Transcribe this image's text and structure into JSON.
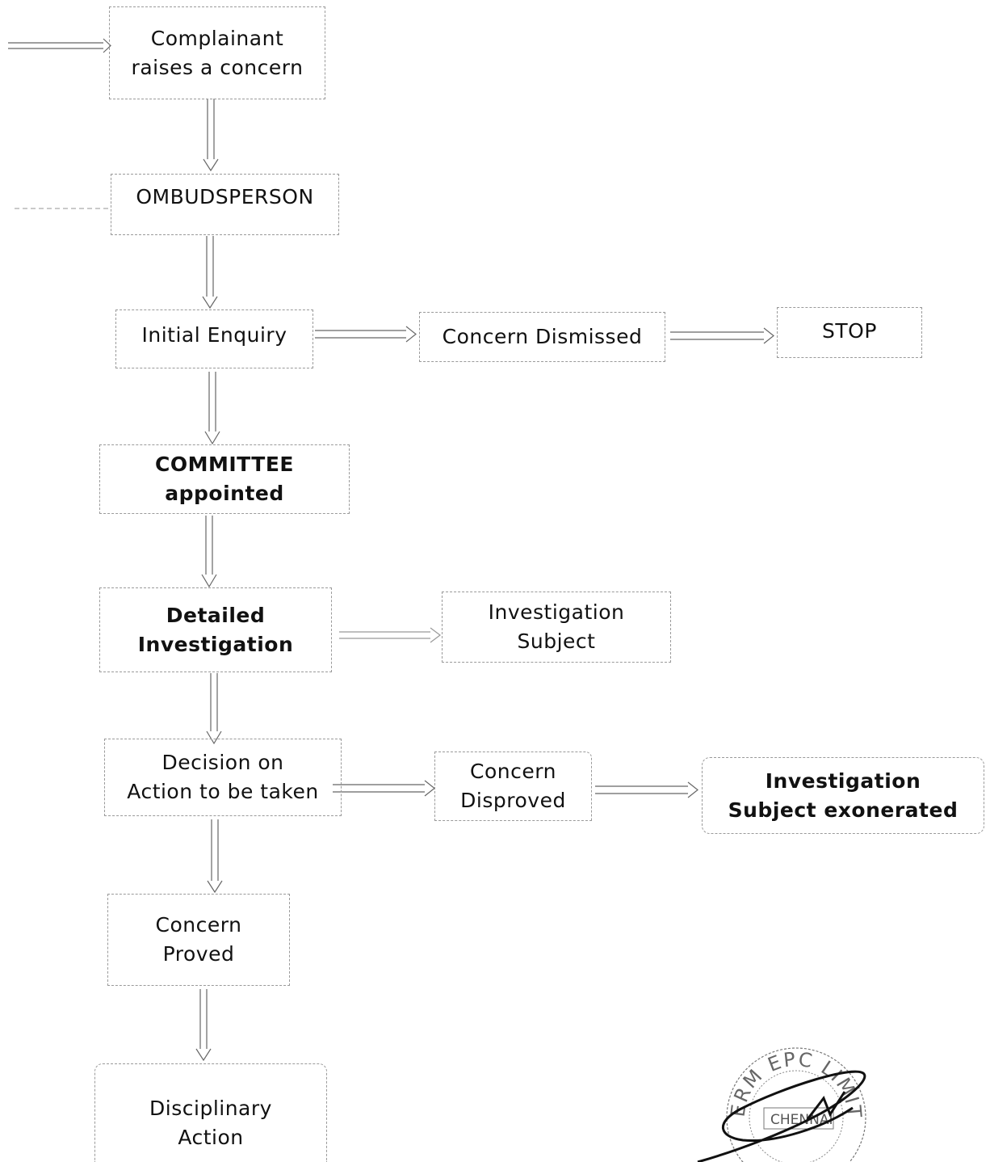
{
  "flowchart": {
    "complainant": {
      "line1": "Complainant",
      "line2": "raises a concern"
    },
    "ombudsperson": {
      "line1": "OMBUDSPERSON"
    },
    "initial_enquiry": {
      "line1": "Initial Enquiry"
    },
    "concern_dismissed": {
      "line1": "Concern Dismissed"
    },
    "stop": {
      "line1": "STOP"
    },
    "committee": {
      "line1": "COMMITTEE",
      "line2": "appointed"
    },
    "detailed_investigation": {
      "line1": "Detailed",
      "line2": "Investigation"
    },
    "investigation_subject": {
      "line1": "Investigation",
      "line2": "Subject"
    },
    "decision": {
      "line1": "Decision on",
      "line2": "Action to be taken"
    },
    "concern_disproved": {
      "line1": "Concern",
      "line2": "Disproved"
    },
    "subject_exonerated": {
      "line1": "Investigation",
      "line2": "Subject exonerated"
    },
    "concern_proved": {
      "line1": "Concern",
      "line2": "Proved"
    },
    "disciplinary_action": {
      "line1": "Disciplinary",
      "line2": "Action"
    }
  },
  "stamp": {
    "text": "ERM EPC LIMITED",
    "inner": "CHENNAI"
  },
  "colors": {
    "border": "#9a9a9a",
    "arrow": "#666666",
    "text": "#111111"
  }
}
